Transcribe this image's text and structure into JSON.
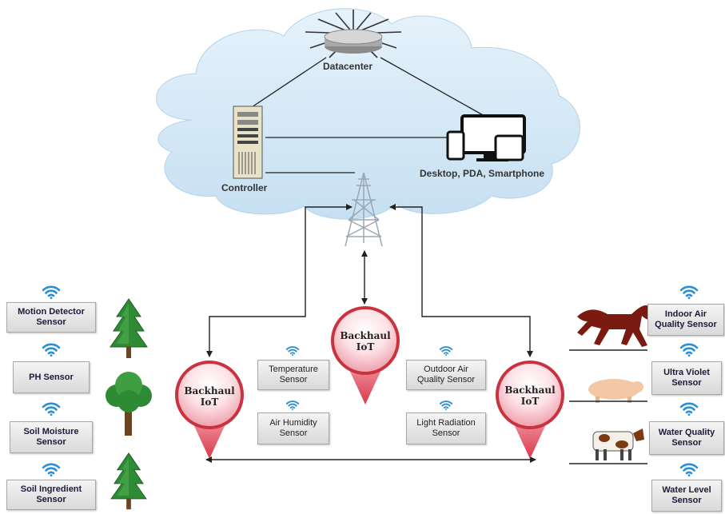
{
  "cloud": {
    "datacenter_label": "Datacenter",
    "controller_label": "Controller",
    "devices_label": "Desktop, PDA, Smartphone"
  },
  "backhaul": {
    "left": [
      "Backhaul",
      "IoT"
    ],
    "center": [
      "Backhaul",
      "IoT"
    ],
    "right": [
      "Backhaul",
      "IoT"
    ]
  },
  "left_sensors": [
    {
      "line1": "Motion Detector",
      "line2": "Sensor"
    },
    {
      "line1": "PH Sensor",
      "line2": ""
    },
    {
      "line1": "Soil Moisture",
      "line2": "Sensor"
    },
    {
      "line1": "Soil Ingredient",
      "line2": "Sensor"
    }
  ],
  "middle_sensors": [
    {
      "line1": "Temperature",
      "line2": "Sensor"
    },
    {
      "line1": "Air Humidity",
      "line2": "Sensor"
    },
    {
      "line1": "Outdoor Air",
      "line2": "Quality Sensor"
    },
    {
      "line1": "Light Radiation",
      "line2": "Sensor"
    }
  ],
  "right_sensors": [
    {
      "line1": "Indoor Air",
      "line2": "Quality Sensor"
    },
    {
      "line1": "Ultra Violet",
      "line2": "Sensor"
    },
    {
      "line1": "Water Quality",
      "line2": "Sensor"
    },
    {
      "line1": "Water Level",
      "line2": "Sensor"
    }
  ],
  "colors": {
    "cloud_fill": "#d2e8f6",
    "pin_fill": "#f4b6bf",
    "pin_stroke": "#c9323f",
    "wifi": "#2a8fd6",
    "line": "#222222"
  },
  "icons": [
    "router-icon",
    "server-tower-icon",
    "devices-icon",
    "radio-tower-icon",
    "wifi-icon",
    "pine-tree-icon",
    "oak-tree-icon",
    "horse-icon",
    "pig-icon",
    "cow-icon",
    "location-pin-icon"
  ]
}
